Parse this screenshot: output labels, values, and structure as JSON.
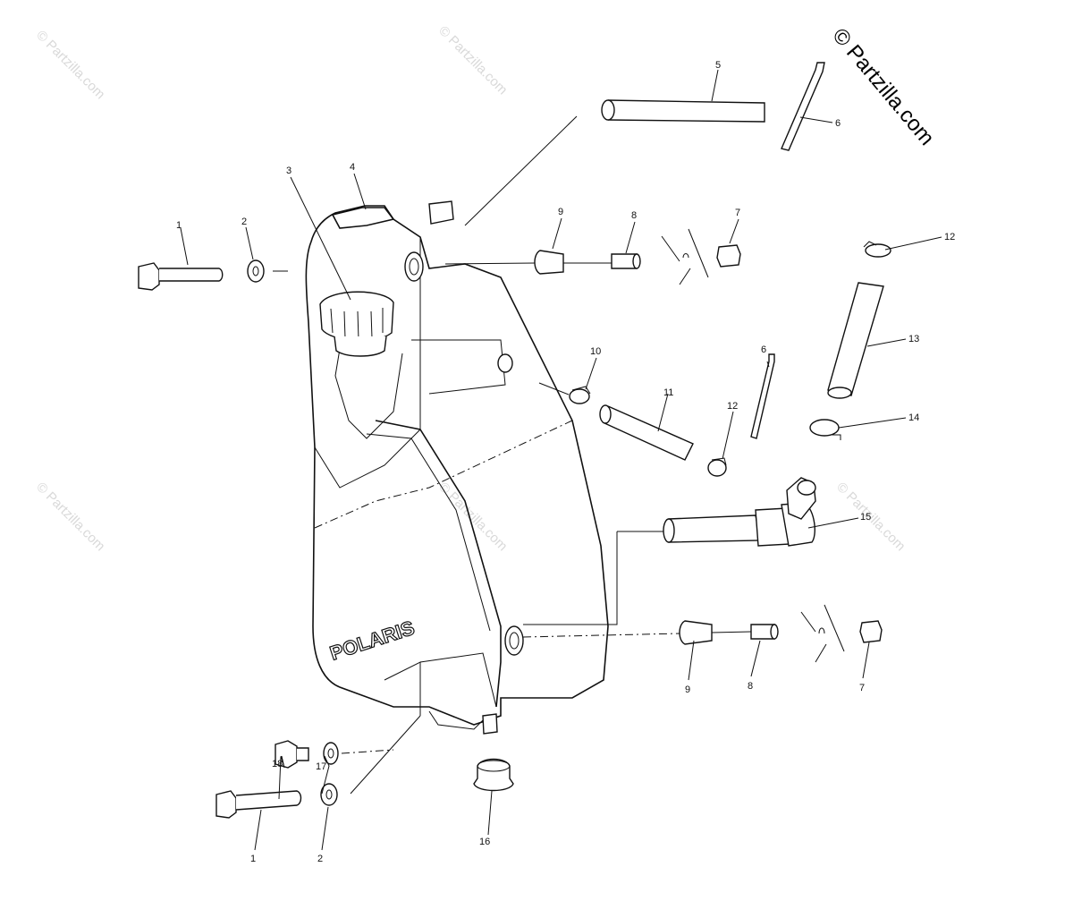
{
  "copyright": "© Partzilla.com",
  "watermark": "© Partzilla.com",
  "tank_logo": "POLARIS",
  "part_labels": {
    "p1a": "1",
    "p1b": "1",
    "p2a": "2",
    "p2b": "2",
    "p3": "3",
    "p4": "4",
    "p5": "5",
    "p6a": "6",
    "p6b": "6",
    "p7a": "7",
    "p7b": "7",
    "p8a": "8",
    "p8b": "8",
    "p9a": "9",
    "p9b": "9",
    "p10": "10",
    "p11": "11",
    "p12a": "12",
    "p12b": "12",
    "p13": "13",
    "p14": "14",
    "p15": "15",
    "p16": "16",
    "p17": "17",
    "p18": "18"
  },
  "colors": {
    "ink": "#111111",
    "watermark": "#d9d9d9",
    "background": "#ffffff"
  }
}
